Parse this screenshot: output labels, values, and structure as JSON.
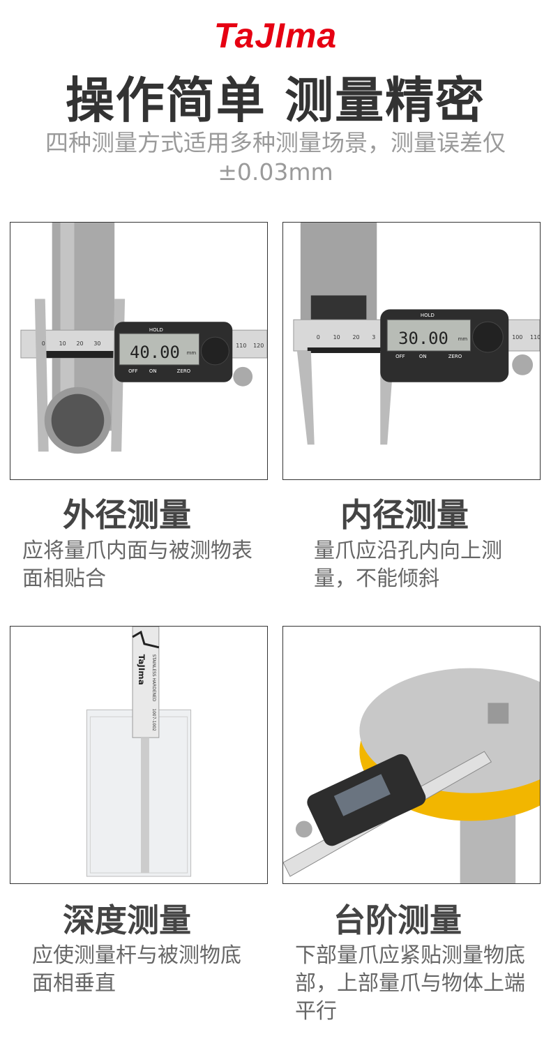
{
  "brand": {
    "logo": "TaJIma",
    "accent": "#e60012"
  },
  "header": {
    "title": "操作简单 测量精密",
    "subtitle": "四种测量方式适用多种测量场景，测量误差仅±0.03mm"
  },
  "panels": [
    {
      "heading": "外径测量",
      "desc": "应将量爪内面与被测物表面相贴合",
      "readout": "40.00",
      "unit": "mm",
      "labels": {
        "hold": "HOLD",
        "off": "OFF",
        "on": "ON",
        "zero": "ZERO"
      },
      "scale": [
        "0",
        "10",
        "20",
        "30",
        "110",
        "120"
      ]
    },
    {
      "heading": "内径测量",
      "desc": "量爪应沿孔内向上测量，不能倾斜",
      "readout": "30.00",
      "unit": "mm",
      "labels": {
        "hold": "HOLD",
        "off": "OFF",
        "on": "ON",
        "zero": "ZERO"
      },
      "scale": [
        "0",
        "10",
        "20",
        "3",
        "100",
        "110"
      ]
    },
    {
      "heading": "深度测量",
      "desc": "应使测量杆与被测物底面相垂直",
      "rod_text": "STAINLESS HARDENED",
      "rod_code": "1007-1002"
    },
    {
      "heading": "台阶测量",
      "desc": "下部量爪应紧贴测量物底部，上部量爪与物体上端平行"
    }
  ]
}
